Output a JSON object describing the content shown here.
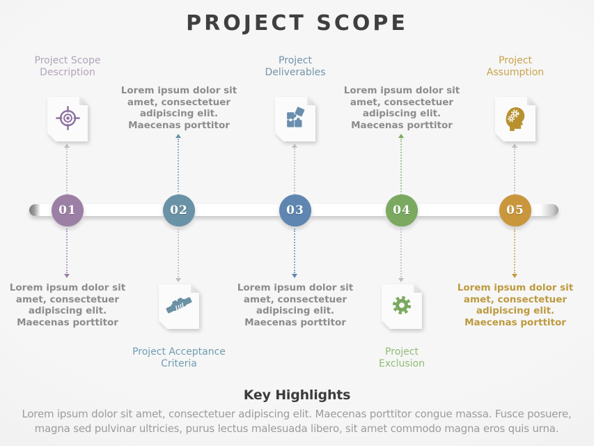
{
  "slide": {
    "title": "PROJECT SCOPE",
    "lorem_short": "Lorem ipsum dolor sit amet, consectetuer adipiscing elit. Maecenas porttitor",
    "steps": [
      {
        "number": "01",
        "label": "Project Scope Description",
        "description": "Lorem ipsum dolor sit amet, consectetuer adipiscing elit. Maecenas porttitor",
        "color": "#9c7fa5",
        "label_color": "#b2a3bb",
        "icon": "target-icon",
        "icon_position": "top",
        "text_position": "bottom"
      },
      {
        "number": "02",
        "label": "Project Acceptance Criteria",
        "description": "Lorem ipsum dolor sit amet, consectetuer adipiscing elit. Maecenas porttitor",
        "color": "#6992a6",
        "label_color": "#6f9cb1",
        "icon": "handshake-icon",
        "icon_position": "bottom",
        "text_position": "top"
      },
      {
        "number": "03",
        "label": "Project Deliverables",
        "description": "Lorem ipsum dolor sit amet, consectetuer adipiscing elit. Maecenas porttitor",
        "color": "#5e86b0",
        "label_color": "#7393ab",
        "icon": "puzzle-icon",
        "icon_position": "top",
        "text_position": "bottom"
      },
      {
        "number": "04",
        "label": "Project Exclusion",
        "description": "Lorem ipsum dolor sit amet, consectetuer adipiscing elit. Maecenas porttitor",
        "color": "#7aa95f",
        "label_color": "#8fbc75",
        "icon": "gear-icon",
        "icon_position": "bottom",
        "text_position": "top"
      },
      {
        "number": "05",
        "label": "Project Assumption",
        "description": "Lorem ipsum dolor sit amet, consectetuer adipiscing elit. Maecenas porttitor",
        "color": "#c9963c",
        "label_color": "#c9a24a",
        "icon": "head-gears-icon",
        "icon_position": "top",
        "text_position": "bottom",
        "text_color": "#bd9a3f"
      }
    ],
    "key_highlights": {
      "heading": "Key Highlights",
      "body": "Lorem ipsum dolor sit amet, consectetuer adipiscing elit. Maecenas porttitor congue massa. Fusce posuere, magna sed  pulvinar ultricies, purus  lectus  malesuada  libero, sit  amet  commodo  magna eros quis urna."
    }
  }
}
